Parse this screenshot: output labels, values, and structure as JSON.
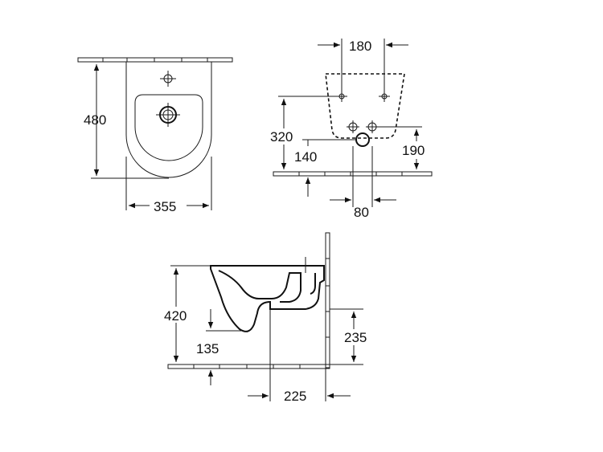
{
  "views": {
    "top": {
      "height": "480",
      "width": "355"
    },
    "rear": {
      "hole_spacing": "180",
      "upper_height": "320",
      "lower_height": "190",
      "offset_left": "140",
      "offset_bottom": "80"
    },
    "side": {
      "overall_height": "420",
      "rim_to_wall": "235",
      "base_offset": "135",
      "projection": "225"
    }
  },
  "colors": {
    "line": "#111111",
    "background": "#ffffff"
  }
}
